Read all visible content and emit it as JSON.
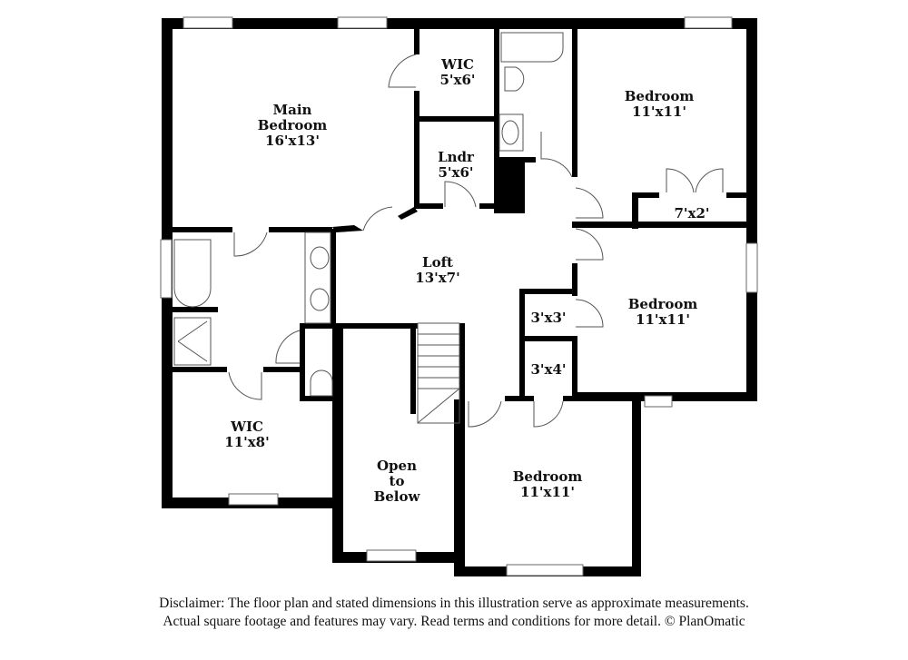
{
  "rooms": {
    "main_bedroom": {
      "name_line1": "Main",
      "name_line2": "Bedroom",
      "size": "16'x13'"
    },
    "wic_top": {
      "name": "WIC",
      "size": "5'x6'"
    },
    "laundry": {
      "name": "Lndr",
      "size": "5'x6'"
    },
    "bedroom_ne": {
      "name": "Bedroom",
      "size": "11'x11'"
    },
    "closet_ne": {
      "size": "7'x2'"
    },
    "loft": {
      "name": "Loft",
      "size": "13'x7'"
    },
    "closet_3x3": {
      "size": "3'x3'"
    },
    "closet_3x4": {
      "size": "3'x4'"
    },
    "bedroom_e": {
      "name": "Bedroom",
      "size": "11'x11'"
    },
    "wic_main": {
      "name": "WIC",
      "size": "11'x8'"
    },
    "open_to_below": {
      "line1": "Open",
      "line2": "to",
      "line3": "Below"
    },
    "bedroom_s": {
      "name": "Bedroom",
      "size": "11'x11'"
    }
  },
  "disclaimer": {
    "line1": "Disclaimer: The floor plan and stated dimensions in this illustration serve as approximate measurements.",
    "line2": "Actual square footage and features may vary. Read terms and conditions for more detail. © PlanOmatic"
  }
}
